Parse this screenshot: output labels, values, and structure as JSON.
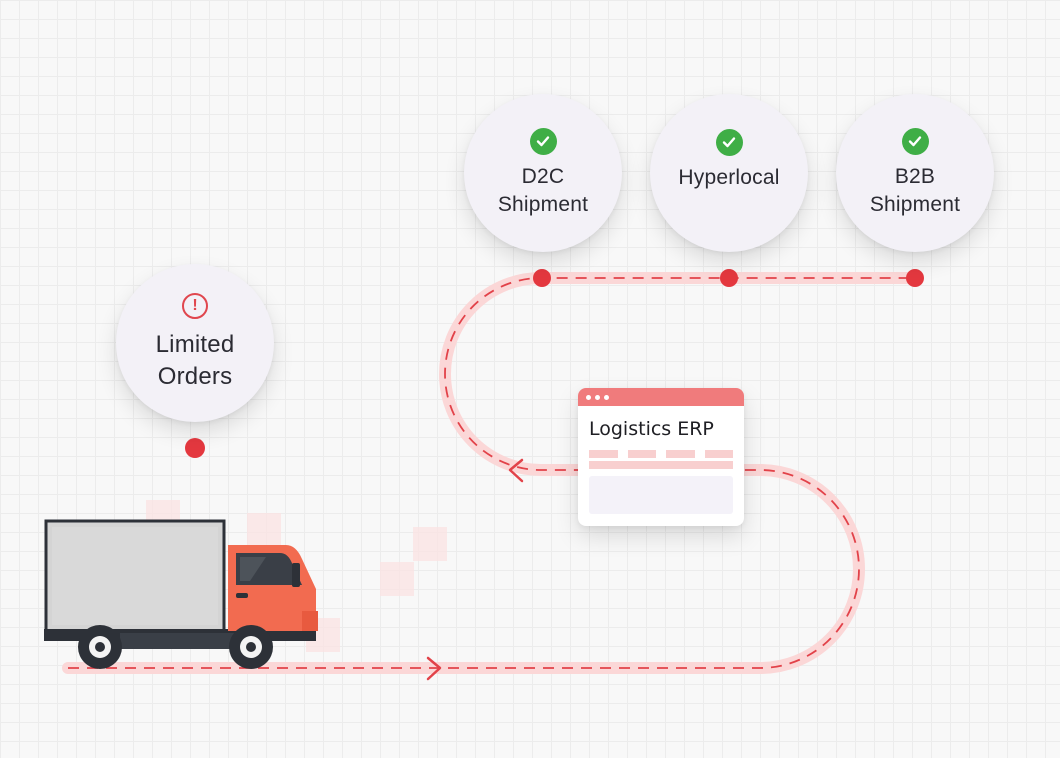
{
  "nodes": {
    "limited_orders": {
      "label": "Limited\nOrders",
      "status_icon": "exclamation-circle-icon",
      "accent": "#e0464e"
    },
    "d2c": {
      "label": "D2C\nShipment",
      "status_icon": "check-circle-icon"
    },
    "hyperlocal": {
      "label": "Hyperlocal",
      "status_icon": "check-circle-icon"
    },
    "b2b": {
      "label": "B2B\nShipment",
      "status_icon": "check-circle-icon"
    }
  },
  "erp_card": {
    "title": "Logistics ERP"
  },
  "colors": {
    "route_band": "#fbd7d7",
    "route_dash": "#e24249",
    "marker": "#e4383f",
    "check": "#3fae46",
    "truck_cab": "#f26b50",
    "truck_box": "#d4d4d4",
    "truck_chassis": "#2d3138"
  }
}
